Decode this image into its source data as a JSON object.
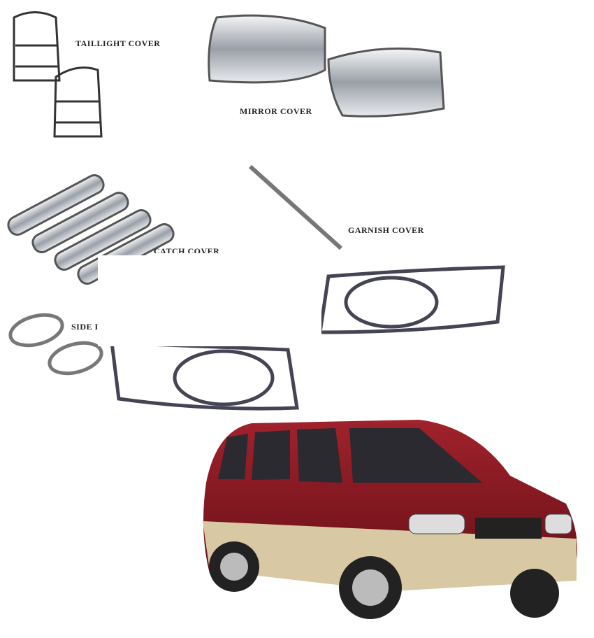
{
  "labels": {
    "taillight": "TAILLIGHT COVER",
    "mirror": "MIRROR COVER",
    "garnish": "GARNISH COVER",
    "catch": "CATCH COVER",
    "side": "SIDE I"
  },
  "colors": {
    "chrome": "#b8bcc4",
    "car_body": "#8a1a22",
    "car_lower": "#d8c9a4"
  }
}
